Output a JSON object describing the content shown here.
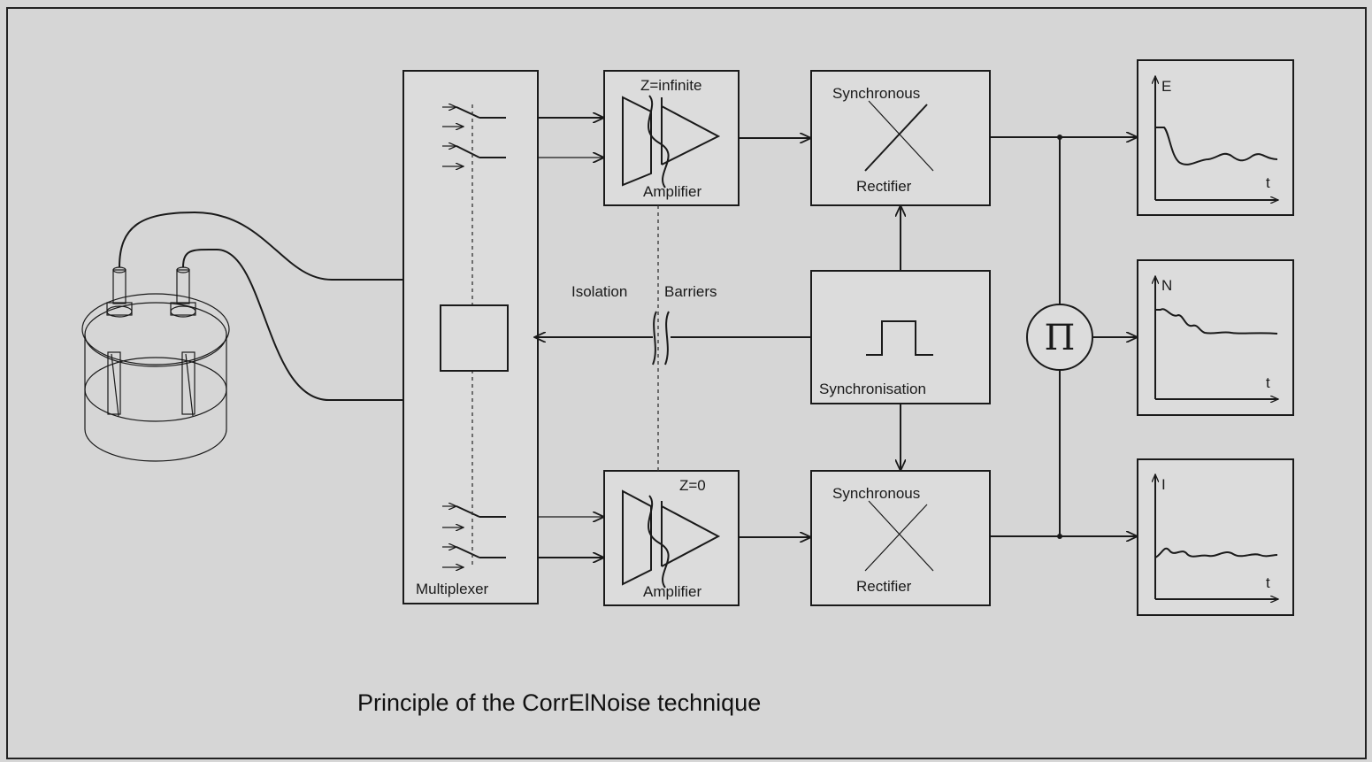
{
  "diagram": {
    "caption": "Principle of the CorrElNoise technique",
    "multiplexer_label": "Multiplexer",
    "amplifier_top": {
      "impedance": "Z=infinite",
      "label": "Amplifier"
    },
    "amplifier_bottom": {
      "impedance": "Z=0",
      "label": "Amplifier"
    },
    "rectifier_top": {
      "line1": "Synchronous",
      "line2": "Rectifier"
    },
    "rectifier_bottom": {
      "line1": "Synchronous",
      "line2": "Rectifier"
    },
    "synchronisation_label": "Synchronisation",
    "isolation_label": "Isolation",
    "barriers_label": "Barriers",
    "multiplier_symbol": "Π",
    "plots": [
      {
        "ylabel": "E",
        "xlabel": "t"
      },
      {
        "ylabel": "N",
        "xlabel": "t"
      },
      {
        "ylabel": "I",
        "xlabel": "t"
      }
    ]
  },
  "colors": {
    "background": "#d6d6d6",
    "stroke": "#1a1a1a",
    "frame": "#222222"
  }
}
